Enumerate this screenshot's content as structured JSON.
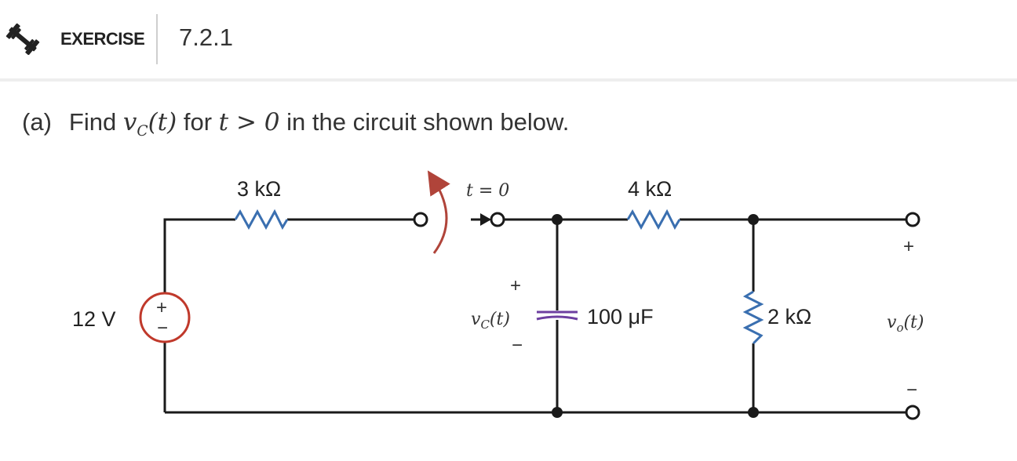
{
  "header": {
    "icon": "dumbbell-icon",
    "label": "EXERCISE",
    "number": "7.2.1"
  },
  "question": {
    "part": "(a)",
    "find": "Find",
    "var_v": "v",
    "var_sub": "C",
    "var_arg": "(t)",
    "for": "for",
    "condition": "t > 0",
    "rest": "in the circuit shown below."
  },
  "circuit": {
    "source_label": "12 V",
    "r1_label": "3 kΩ",
    "switch_label": "t = 0",
    "r2_label": "4 kΩ",
    "capacitor_label": "100 μF",
    "vc_label": "vc(t)",
    "vc_v": "v",
    "vc_sub": "C",
    "vc_arg": "(t)",
    "r3_label": "2 kΩ",
    "vo_v": "v",
    "vo_sub": "o",
    "vo_arg": "(t)",
    "plus": "+",
    "minus": "−",
    "colors": {
      "wire": "#1a1a1a",
      "resistor": "#3a6fb0",
      "capacitor": "#6d3fa0",
      "source": "#c0392b",
      "switch_arrow": "#b0443a"
    }
  }
}
